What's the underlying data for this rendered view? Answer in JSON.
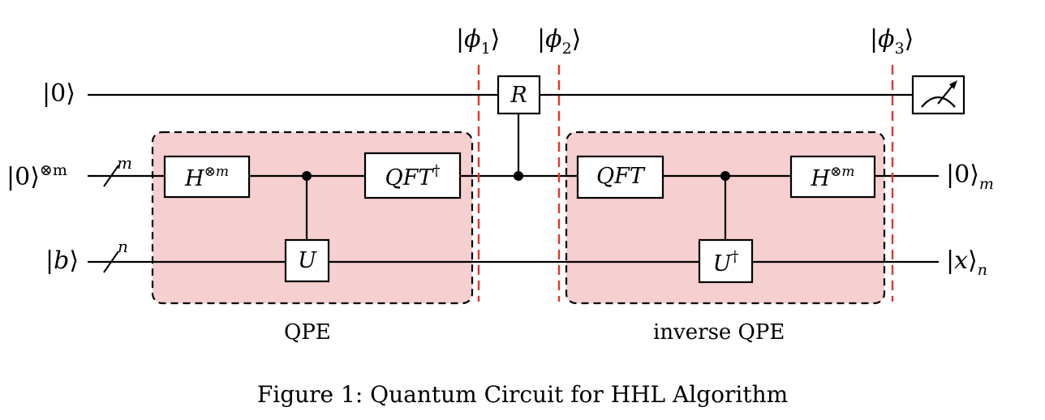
{
  "inputs": {
    "ancilla": {
      "ket": "0"
    },
    "clock": {
      "ket": "0",
      "power": "⊗m"
    },
    "b": {
      "ket": "b"
    }
  },
  "bus": {
    "clock": "m",
    "b": "n"
  },
  "outputs": {
    "clock": {
      "ket": "0",
      "sub": "m"
    },
    "x": {
      "ket": "x",
      "sub": "n"
    }
  },
  "phi": [
    {
      "base": "ϕ",
      "sub": "1"
    },
    {
      "base": "ϕ",
      "sub": "2"
    },
    {
      "base": "ϕ",
      "sub": "3"
    }
  ],
  "gates": {
    "h1": {
      "base": "H",
      "sup": "⊗m"
    },
    "u": {
      "base": "U"
    },
    "qftdag": {
      "base": "QFT",
      "sup": "†"
    },
    "r": {
      "base": "R"
    },
    "qft": {
      "base": "QFT"
    },
    "udag": {
      "base": "U",
      "sup": "†"
    },
    "h2": {
      "base": "H",
      "sup": "⊗m"
    }
  },
  "regions": {
    "qpe": "QPE",
    "inverse_qpe": "inverse QPE"
  },
  "caption": "Figure 1: Quantum Circuit for HHL Algorithm",
  "colors": {
    "region_fill": "#f6cfd0",
    "barrier": "#e8342c",
    "wire": "#000000"
  }
}
